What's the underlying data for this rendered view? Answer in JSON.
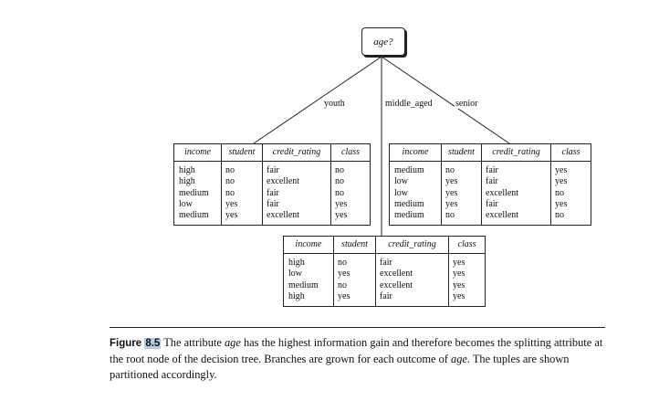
{
  "root": {
    "label": "age?"
  },
  "branches": [
    {
      "label": "youth"
    },
    {
      "label": "middle_aged"
    },
    {
      "label": "senior"
    }
  ],
  "tables": {
    "youth": {
      "headers": [
        "income",
        "student",
        "credit_rating",
        "class"
      ],
      "rows": [
        [
          "high",
          "no",
          "fair",
          "no"
        ],
        [
          "high",
          "no",
          "excellent",
          "no"
        ],
        [
          "medium",
          "no",
          "fair",
          "no"
        ],
        [
          "low",
          "yes",
          "fair",
          "yes"
        ],
        [
          "medium",
          "yes",
          "excellent",
          "yes"
        ]
      ]
    },
    "middle_aged": {
      "headers": [
        "income",
        "student",
        "credit_rating",
        "class"
      ],
      "rows": [
        [
          "high",
          "no",
          "fair",
          "yes"
        ],
        [
          "low",
          "yes",
          "excellent",
          "yes"
        ],
        [
          "medium",
          "no",
          "excellent",
          "yes"
        ],
        [
          "high",
          "yes",
          "fair",
          "yes"
        ]
      ]
    },
    "senior": {
      "headers": [
        "income",
        "student",
        "credit_rating",
        "class"
      ],
      "rows": [
        [
          "medium",
          "no",
          "fair",
          "yes"
        ],
        [
          "low",
          "yes",
          "fair",
          "yes"
        ],
        [
          "low",
          "yes",
          "excellent",
          "no"
        ],
        [
          "medium",
          "yes",
          "fair",
          "yes"
        ],
        [
          "medium",
          "no",
          "excellent",
          "no"
        ]
      ]
    }
  },
  "caption": {
    "label": "Figure",
    "number": "8.5",
    "text_1": "The attribute",
    "term_1": "age",
    "text_2": "has the highest information gain and therefore becomes the splitting attribute at the root node of the decision tree. Branches are grown for each outcome of",
    "term_2": "age",
    "text_3": ". The tuples are shown partitioned accordingly."
  }
}
